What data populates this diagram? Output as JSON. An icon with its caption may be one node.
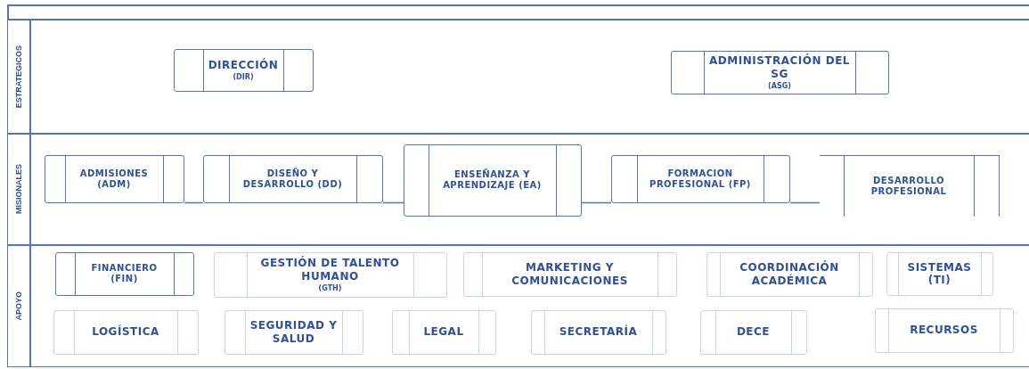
{
  "diagram": {
    "nodes": [
      {
        "text": [
          "ESTRATEGICOS"
        ]
      },
      {
        "text": [
          "DIRECCIÓN",
          "(DIR)"
        ],
        "in": 0
      },
      {
        "text": [
          "ADMINISTRACIÓN DEL SG",
          "(ASG)"
        ],
        "in": 0
      },
      {
        "text": [
          "MISIONALES"
        ]
      },
      {
        "text": [
          "ADMISIONES (ADM)"
        ],
        "in": 3
      },
      {
        "text": [
          "DISEÑO Y DESARROLLO (DD)"
        ],
        "in": 3
      },
      {
        "text": [
          "ENSEÑANZA Y APRENDIZAJE (EA)"
        ],
        "in": 3
      },
      {
        "text": [
          "FORMACION PROFESIONAL (FP)"
        ],
        "in": 3
      },
      {
        "text": [
          "DESARROLLO PROFESIONAL"
        ],
        "in": 3
      },
      {
        "text": [
          "APOYO"
        ]
      },
      {
        "text": [
          "FINANCIERO (FIN)"
        ],
        "in": 9
      },
      {
        "text": [
          "GESTIÓN DE TALENTO HUMANO",
          "(GTH)"
        ],
        "in": 9
      },
      {
        "text": [
          "MARKETING Y COMUNICACIONES"
        ],
        "in": 9
      },
      {
        "text": [
          "COORDINACIÓN ACADÉMICA"
        ],
        "in": 9
      },
      {
        "text": [
          "SISTEMAS (TI)"
        ],
        "in": 9
      },
      {
        "text": [
          "LOGÍSTICA"
        ],
        "in": 9
      },
      {
        "text": [
          "SEGURIDAD Y SALUD"
        ],
        "in": 9
      },
      {
        "text": [
          "LEGAL"
        ],
        "in": 9
      },
      {
        "text": [
          "SECRETARÍA"
        ],
        "in": 9
      },
      {
        "text": [
          "DECE"
        ],
        "in": 9
      },
      {
        "text": [
          "RECURSOS"
        ],
        "in": 9
      }
    ],
    "edges": [
      {
        "from": 4,
        "to": 5,
        "arrow": "none"
      },
      {
        "from": 5,
        "to": 6,
        "arrow": "none"
      },
      {
        "from": 6,
        "to": 7,
        "arrow": "none"
      },
      {
        "from": 7,
        "to": 8,
        "arrow": "none"
      }
    ]
  }
}
